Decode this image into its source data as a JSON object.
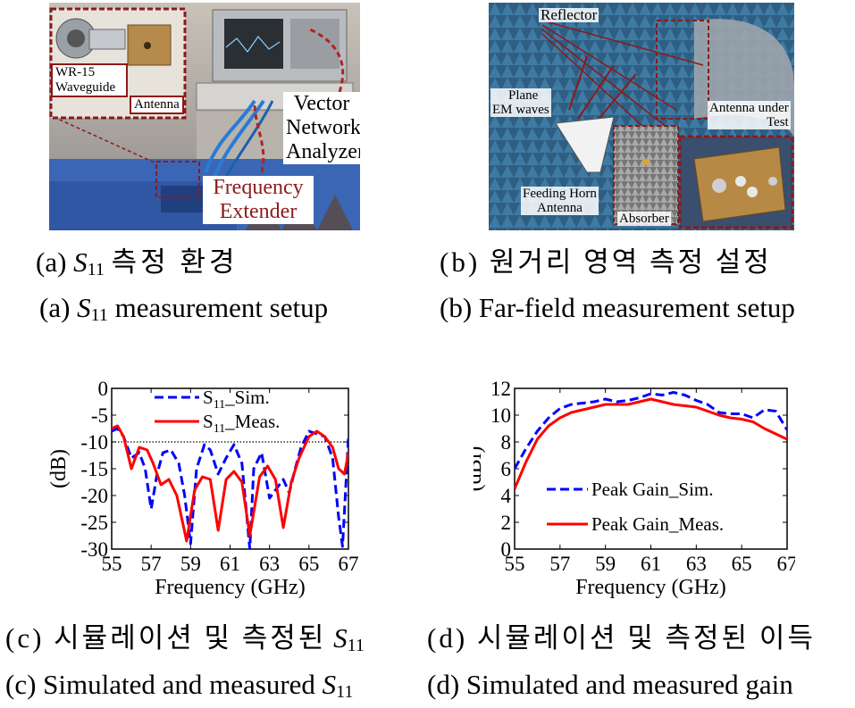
{
  "photo_a": {
    "labels": {
      "waveguide": [
        "WR-15",
        "Waveguide"
      ],
      "antenna": "Antenna",
      "vna": [
        "Vector",
        "Network",
        "Analyzer"
      ],
      "extender": [
        "Frequency",
        "Extender"
      ]
    }
  },
  "photo_b": {
    "labels": {
      "reflector": "Reflector",
      "plane": [
        "Plane",
        "EM waves"
      ],
      "aut": [
        "Antenna under",
        "Test"
      ],
      "horn": [
        "Feeding Horn",
        "Antenna"
      ],
      "absorber": "Absorber"
    }
  },
  "captions": {
    "a_ko_prefix": "(a)",
    "a_ko_sym": "S",
    "a_ko_sub": "11",
    "a_ko_text": "측정 환경",
    "a_en_prefix": "(a)",
    "a_en_sym": "S",
    "a_en_sub": "11",
    "a_en_text": "measurement setup",
    "b_ko": "(b) 원거리 영역 측정 설정",
    "b_en": "(b) Far-field measurement setup",
    "c_ko_text": "(c) 시뮬레이션 및 측정된",
    "c_ko_sym": "S",
    "c_ko_sub": "11",
    "c_en_text": "(c) Simulated and measured",
    "c_en_sym": "S",
    "c_en_sub": "11",
    "d_ko": "(d) 시뮬레이션 및 측정된 이득",
    "d_en": "(d) Simulated and measured gain"
  },
  "chart_data": [
    {
      "type": "line",
      "xlabel": "Frequency (GHz)",
      "ylabel": "(dB)",
      "xlim": [
        55,
        67
      ],
      "ylim": [
        -30,
        0
      ],
      "xticks": [
        "55",
        "57",
        "59",
        "61",
        "63",
        "65",
        "67"
      ],
      "yticks": [
        "0",
        "-5",
        "-10",
        "-15",
        "-20",
        "-25",
        "-30"
      ],
      "reference_line": -10,
      "legend_position": "top",
      "series": [
        {
          "name_prefix": "S",
          "name_sub": "11",
          "name_suffix": "_Sim.",
          "color": "#0000ff",
          "style": "dashed",
          "x": [
            55,
            55.3,
            55.6,
            56.0,
            56.4,
            56.7,
            57.0,
            57.3,
            57.6,
            58.0,
            58.4,
            58.7,
            59.0,
            59.3,
            59.7,
            60.0,
            60.4,
            60.8,
            61.2,
            61.6,
            62.0,
            62.2,
            62.6,
            63.0,
            63.4,
            63.7,
            64.0,
            64.3,
            64.6,
            65.0,
            65.4,
            65.8,
            66.2,
            66.5,
            66.7,
            66.9,
            67.0
          ],
          "y": [
            -8,
            -7.5,
            -9,
            -13,
            -12,
            -15,
            -22.5,
            -16,
            -12,
            -11.5,
            -14,
            -20,
            -29,
            -15,
            -10.5,
            -11.5,
            -16,
            -13,
            -10.5,
            -14,
            -30,
            -15,
            -12,
            -20.5,
            -18.5,
            -17,
            -19.5,
            -15,
            -11,
            -8,
            -8.5,
            -9,
            -13,
            -24,
            -29.5,
            -16,
            -9
          ]
        },
        {
          "name_prefix": "S",
          "name_sub": "11",
          "name_suffix": "_Meas.",
          "color": "#ff0000",
          "style": "solid",
          "x": [
            55,
            55.3,
            55.6,
            56.0,
            56.4,
            56.8,
            57.1,
            57.5,
            57.9,
            58.3,
            58.8,
            59.2,
            59.6,
            60.0,
            60.4,
            60.8,
            61.2,
            61.6,
            62.0,
            62.5,
            62.9,
            63.3,
            63.7,
            64.1,
            64.5,
            65.0,
            65.4,
            65.8,
            66.2,
            66.5,
            66.8,
            67.0
          ],
          "y": [
            -7.5,
            -7,
            -9,
            -15,
            -11,
            -11.5,
            -14,
            -18,
            -17,
            -20,
            -28.5,
            -19,
            -16.5,
            -17,
            -26.5,
            -17,
            -15.5,
            -17.5,
            -27.5,
            -16.5,
            -14.5,
            -17,
            -26,
            -17.5,
            -13,
            -9,
            -8,
            -9,
            -11,
            -15,
            -16,
            -12
          ]
        }
      ]
    },
    {
      "type": "line",
      "xlabel": "Frequency (GHz)",
      "ylabel": "(dBi)",
      "xlim": [
        55,
        67
      ],
      "ylim": [
        0,
        12
      ],
      "xticks": [
        "55",
        "57",
        "59",
        "61",
        "63",
        "65",
        "67"
      ],
      "yticks": [
        "12",
        "10",
        "8",
        "6",
        "4",
        "2",
        "0"
      ],
      "legend_position": "middle",
      "series": [
        {
          "name": "Peak Gain_Sim.",
          "color": "#0000ff",
          "style": "dashed",
          "x": [
            55,
            55.5,
            56,
            56.5,
            57,
            57.5,
            58,
            58.5,
            59,
            59.5,
            60,
            60.5,
            61,
            61.5,
            62,
            62.5,
            63,
            63.5,
            64,
            64.5,
            65,
            65.5,
            66,
            66.5,
            67
          ],
          "y": [
            6,
            7.5,
            8.8,
            9.8,
            10.5,
            10.8,
            10.9,
            11.0,
            11.2,
            11.0,
            11.1,
            11.3,
            11.6,
            11.5,
            11.7,
            11.5,
            11.1,
            10.8,
            10.2,
            10.1,
            10.1,
            9.8,
            10.4,
            10.3,
            8.9
          ]
        },
        {
          "name": "Peak Gain_Meas.",
          "color": "#ff0000",
          "style": "solid",
          "x": [
            55,
            55.5,
            56,
            56.5,
            57,
            57.5,
            58,
            58.5,
            59,
            59.5,
            60,
            60.5,
            61,
            61.5,
            62,
            62.5,
            63,
            63.5,
            64,
            64.5,
            65,
            65.5,
            66,
            66.5,
            67
          ],
          "y": [
            4.5,
            6.5,
            8.2,
            9.2,
            9.8,
            10.2,
            10.4,
            10.6,
            10.8,
            10.8,
            10.8,
            11.0,
            11.2,
            11.0,
            10.8,
            10.7,
            10.6,
            10.3,
            10.0,
            9.8,
            9.7,
            9.5,
            9.0,
            8.6,
            8.2
          ]
        }
      ]
    }
  ]
}
